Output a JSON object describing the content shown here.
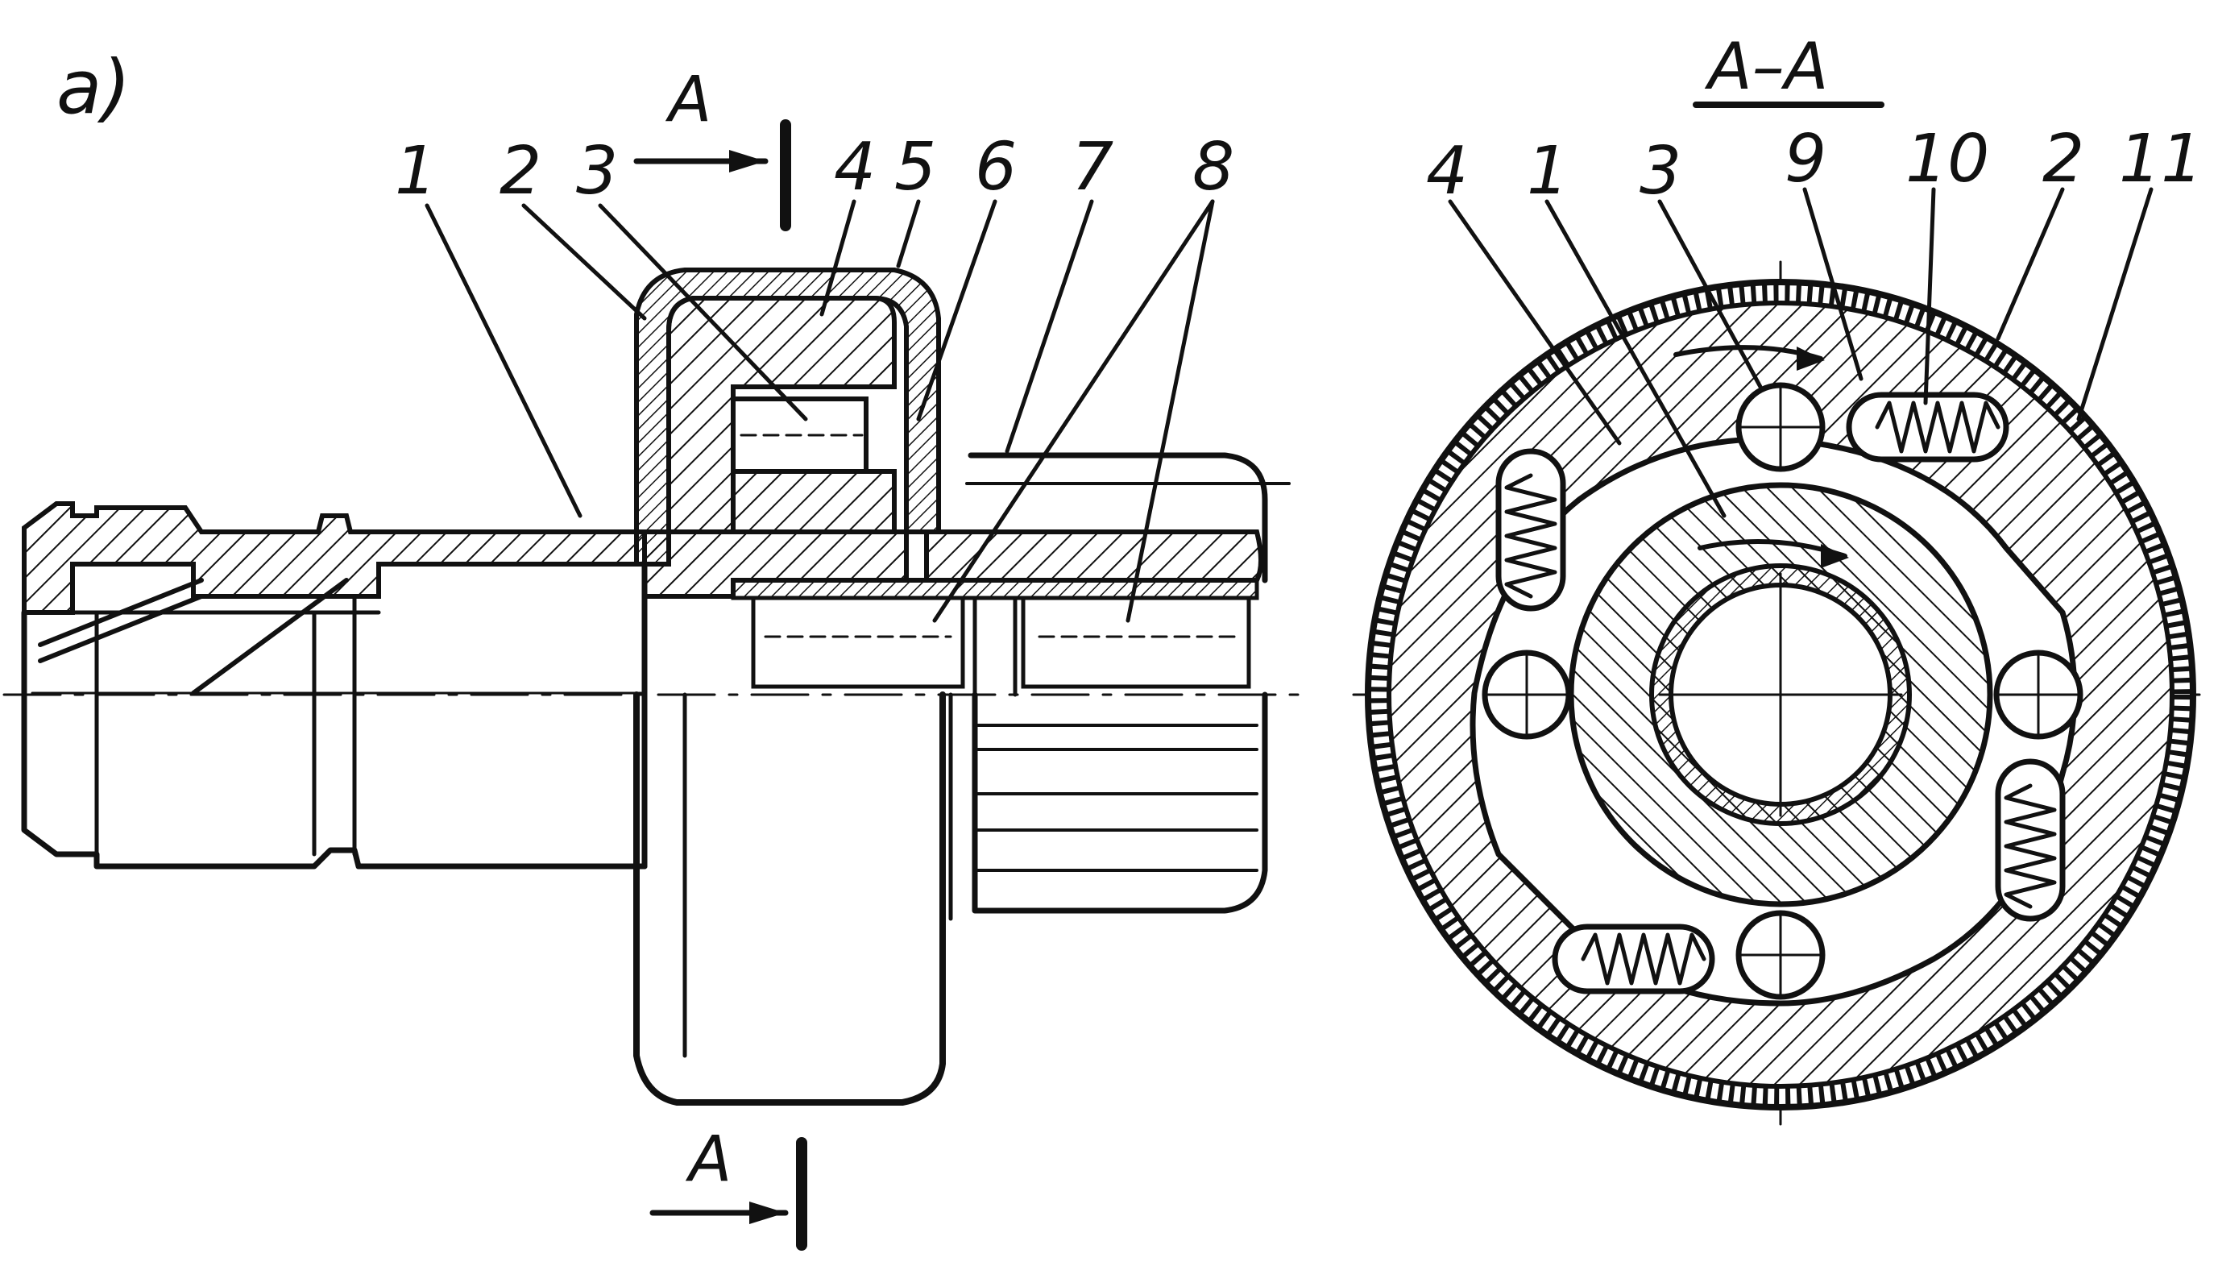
{
  "figure_label": "a)",
  "section_title": "A–A",
  "cut_marks": {
    "top": "A",
    "bottom": "A"
  },
  "left_view_labels": [
    "1",
    "2",
    "3",
    "4",
    "5",
    "6",
    "7",
    "8"
  ],
  "right_view_labels": [
    "4",
    "1",
    "3",
    "9",
    "10",
    "2",
    "11"
  ]
}
